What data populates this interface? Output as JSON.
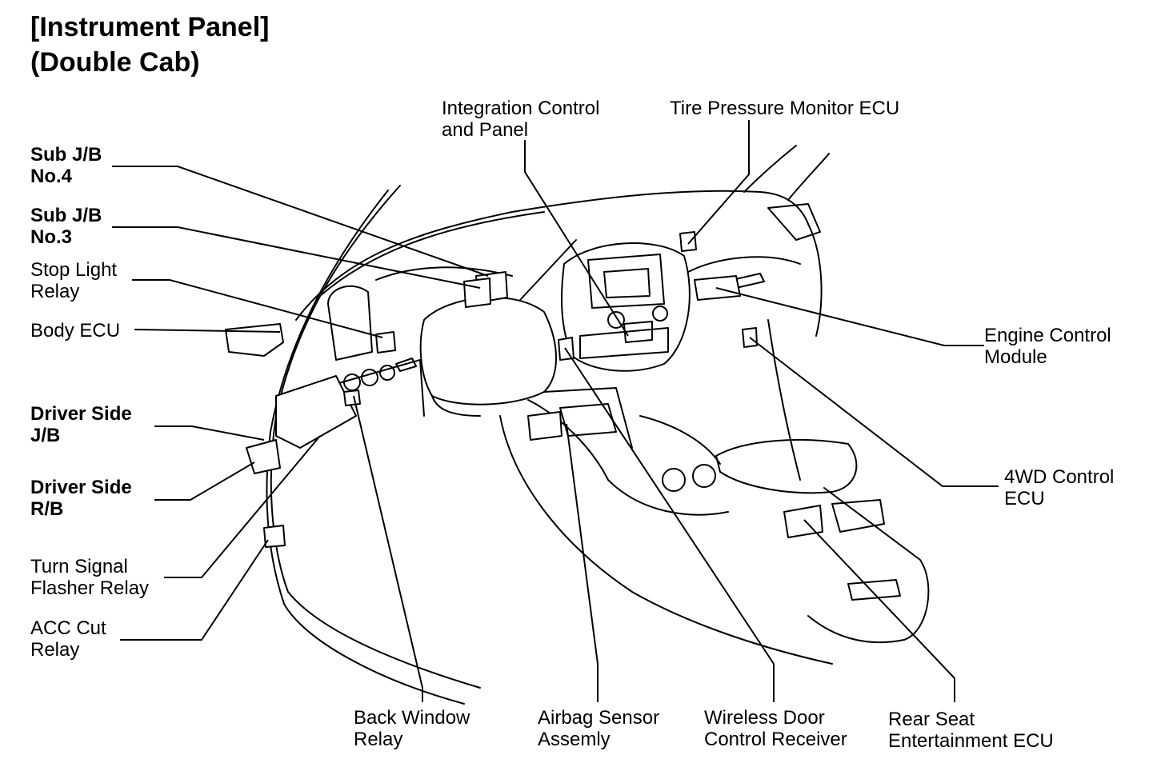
{
  "title": {
    "line1": "[Instrument Panel]",
    "line2": "(Double Cab)"
  },
  "labels": {
    "sub_jb_no4": [
      "Sub J/B",
      "No.4"
    ],
    "sub_jb_no3": [
      "Sub J/B",
      "No.3"
    ],
    "stop_light_relay": [
      "Stop Light",
      "Relay"
    ],
    "body_ecu": [
      "Body ECU"
    ],
    "driver_side_jb": [
      "Driver Side",
      "J/B"
    ],
    "driver_side_rb": [
      "Driver Side",
      "R/B"
    ],
    "turn_signal_flasher_relay": [
      "Turn Signal",
      "Flasher Relay"
    ],
    "acc_cut_relay": [
      "ACC Cut",
      "Relay"
    ],
    "back_window_relay": [
      "Back Window",
      "Relay"
    ],
    "airbag_sensor_assembly": [
      "Airbag Sensor",
      "Assemly"
    ],
    "wireless_door_control_receiver": [
      "Wireless Door",
      "Control Receiver"
    ],
    "rear_seat_entertainment_ecu": [
      "Rear Seat",
      "Entertainment ECU"
    ],
    "four_wd_control_ecu": [
      "4WD Control",
      "ECU"
    ],
    "engine_control_module": [
      "Engine Control",
      "Module"
    ],
    "integration_control_panel": [
      "Integration Control",
      "and Panel"
    ],
    "tire_pressure_monitor_ecu": [
      "Tire Pressure Monitor ECU"
    ]
  }
}
